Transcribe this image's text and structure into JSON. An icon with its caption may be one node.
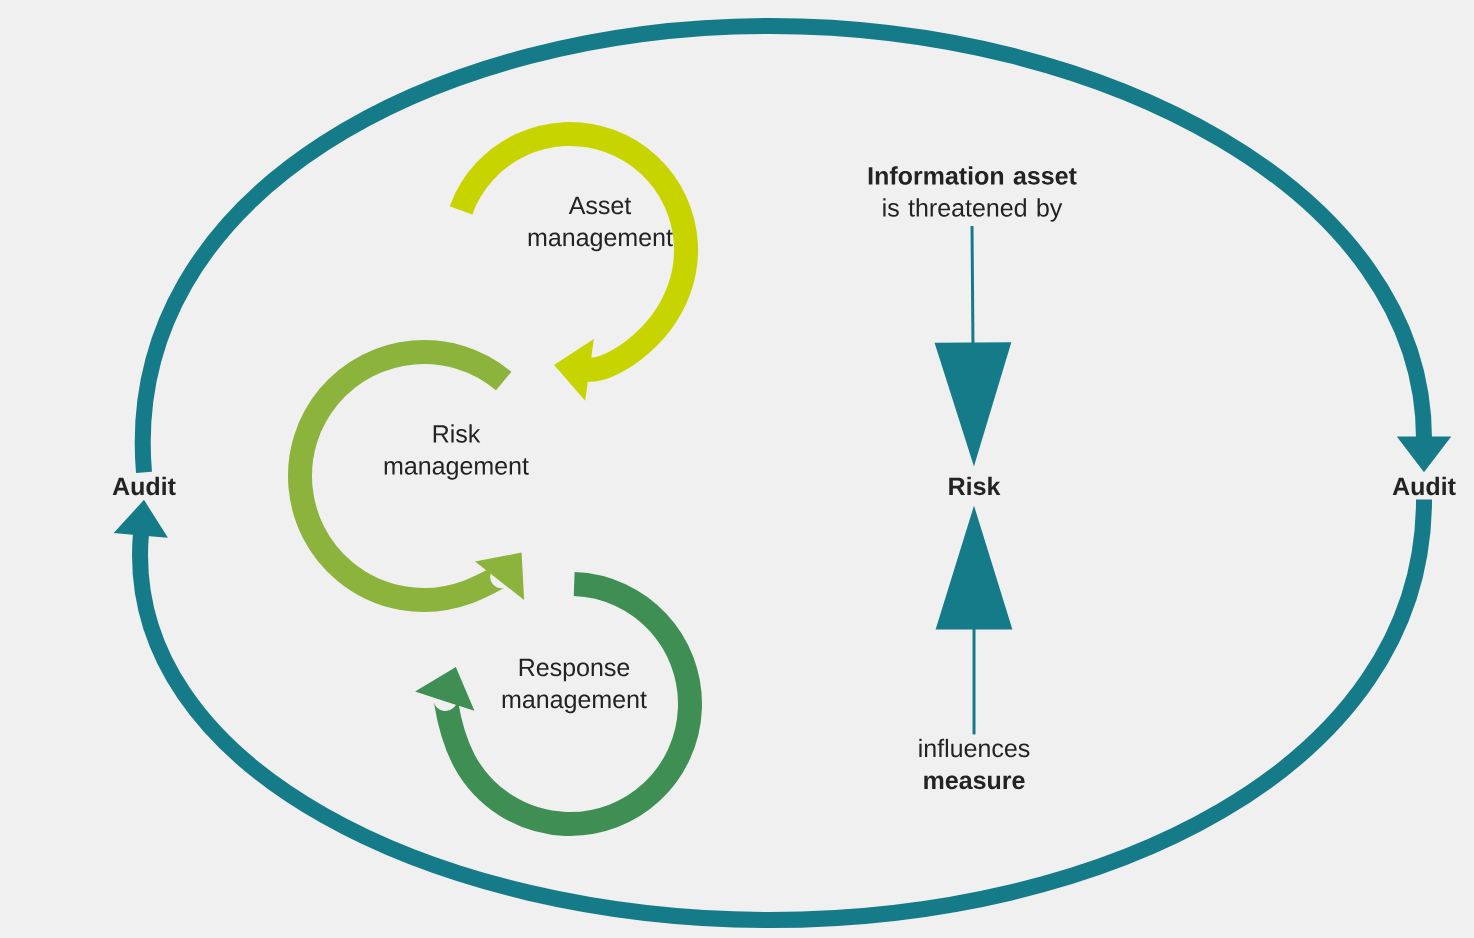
{
  "diagram": {
    "nodes": [
      {
        "text": [
          "Audit"
        ]
      },
      {
        "text": [
          "Audit"
        ]
      },
      {
        "text": [
          "Asset management"
        ]
      },
      {
        "text": [
          "Risk management"
        ]
      },
      {
        "text": [
          "Response management"
        ]
      },
      {
        "text": [
          "**Information asset** is threatened by"
        ]
      },
      {
        "text": [
          "Risk"
        ]
      },
      {
        "text": [
          "influences **measure**"
        ]
      }
    ],
    "edges": [
      {
        "from": 0,
        "to": 1,
        "arrow": "to",
        "style": "thick"
      },
      {
        "from": 1,
        "to": 0,
        "arrow": "to",
        "style": "thick"
      },
      {
        "from": 5,
        "to": 6,
        "arrow": "to"
      },
      {
        "from": 7,
        "to": 6,
        "arrow": "to"
      }
    ]
  }
}
